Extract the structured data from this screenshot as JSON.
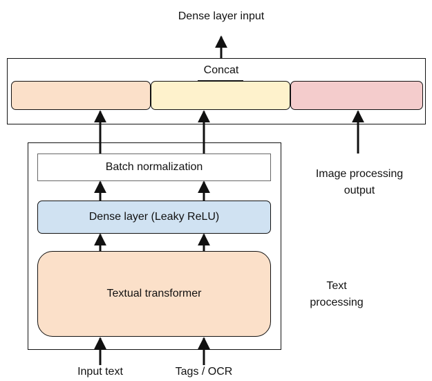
{
  "labels": {
    "dense_input": "Dense layer input",
    "concat": "Concat",
    "batch_norm": "Batch normalization",
    "dense_layer": "Dense layer (Leaky ReLU)",
    "transformer": "Textual transformer",
    "image_output": "Image processing\noutput",
    "text_processing": "Text\nprocessing",
    "input_text": "Input text",
    "tags_ocr": "Tags / OCR"
  },
  "colors": {
    "concat_seg_1": "#fbe0c9",
    "concat_seg_2": "#fef2cc",
    "concat_seg_3": "#f4cccc",
    "dense_layer": "#d0e2f2",
    "transformer": "#fbe0c9",
    "stroke": "#111111"
  }
}
